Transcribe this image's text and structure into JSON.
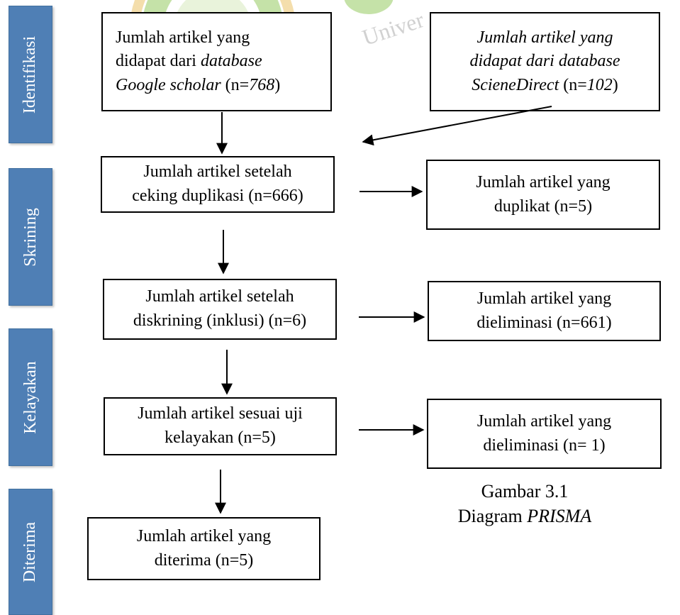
{
  "watermark": {
    "text": "Univer"
  },
  "stages": [
    {
      "label": "Identifikasi"
    },
    {
      "label": "Skrining"
    },
    {
      "label": "Kelayakan"
    },
    {
      "label": "Diterima"
    }
  ],
  "boxes": {
    "google_scholar": {
      "line1": "Jumlah artikel yang",
      "line2_prefix": "didapat dari ",
      "line2_italic": "database",
      "line3_italic": "Google scholar",
      "line3_suffix_a": " (n=",
      "line3_suffix_italic": "768",
      "line3_suffix_b": ")"
    },
    "sciencedirect": {
      "line1": "Jumlah artikel yang",
      "line2": "didapat dari database",
      "line3_italic": "ScieneDirect",
      "line3_suffix_a": " (n=",
      "line3_suffix_italic": "102",
      "line3_suffix_b": ")"
    },
    "after_dedup": {
      "line1": "Jumlah artikel setelah",
      "line2": "ceking duplikasi (n=666)"
    },
    "duplicates": {
      "line1": "Jumlah artikel yang",
      "line2": "duplikat  (n=5)"
    },
    "after_screening": {
      "line1": "Jumlah artikel setelah",
      "line2": "diskrining (inklusi) (n=6)"
    },
    "eliminated_screening": {
      "line1": "Jumlah artikel yang",
      "line2": "dieliminasi (n=661)"
    },
    "eligible": {
      "line1": "Jumlah artikel sesuai uji",
      "line2": "kelayakan (n=5)"
    },
    "eliminated_eligibility": {
      "line1": "Jumlah artikel yang",
      "line2": "dieliminasi (n= 1)"
    },
    "accepted": {
      "line1": "Jumlah artikel yang",
      "line2": "diterima (n=5)"
    }
  },
  "caption": {
    "line1": "Gambar 3.1",
    "line2_prefix": "Diagram ",
    "line2_italic": "PRISMA"
  },
  "colors": {
    "stage_fill": "#4f7fb5",
    "stage_text": "#ffffff",
    "watermark_green": "#7fbf3f",
    "watermark_orange": "#e8b84a"
  }
}
